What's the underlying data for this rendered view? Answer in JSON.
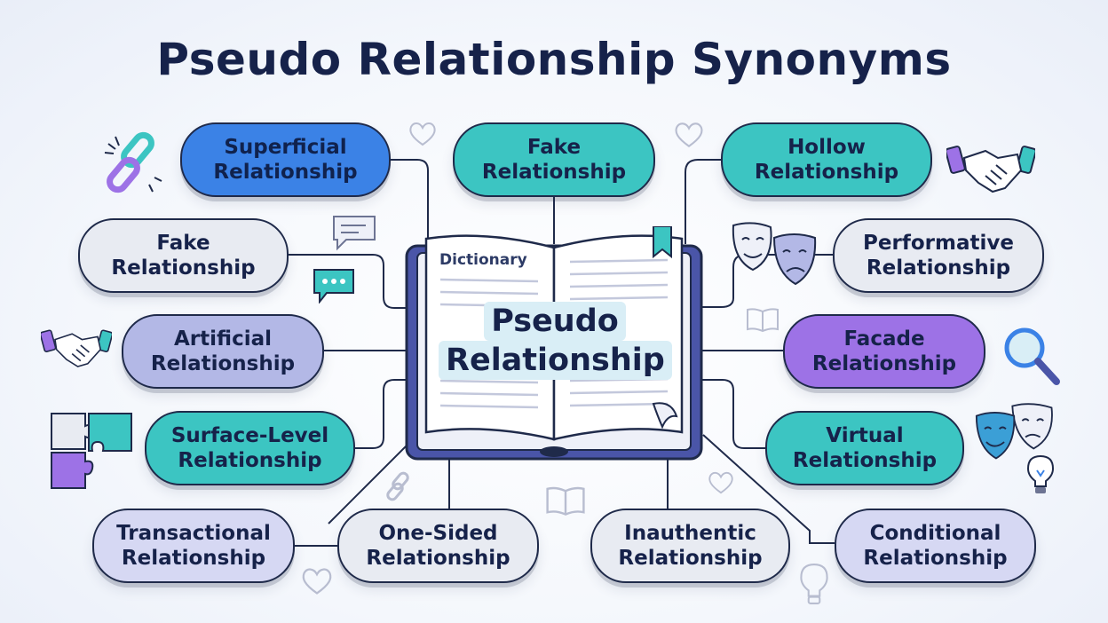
{
  "title": "Pseudo Relationship Synonyms",
  "center": {
    "tag": "Dictionary",
    "line1": "Pseudo",
    "line2": "Relationship"
  },
  "nodes": [
    {
      "id": "superficial",
      "line1": "Superficial",
      "line2": "Relationship"
    },
    {
      "id": "fake-top",
      "line1": "Fake",
      "line2": "Relationship"
    },
    {
      "id": "hollow",
      "line1": "Hollow",
      "line2": "Relationship"
    },
    {
      "id": "fake-left",
      "line1": "Fake",
      "line2": "Relationship"
    },
    {
      "id": "performative",
      "line1": "Performative",
      "line2": "Relationship"
    },
    {
      "id": "artificial",
      "line1": "Artificial",
      "line2": "Relationship"
    },
    {
      "id": "facade",
      "line1": "Facade",
      "line2": "Relationship"
    },
    {
      "id": "surface-level",
      "line1": "Surface-Level",
      "line2": "Relationship"
    },
    {
      "id": "virtual",
      "line1": "Virtual",
      "line2": "Relationship"
    },
    {
      "id": "transactional",
      "line1": "Transactional",
      "line2": "Relationship"
    },
    {
      "id": "one-sided",
      "line1": "One-Sided",
      "line2": "Relationship"
    },
    {
      "id": "inauthentic",
      "line1": "Inauthentic",
      "line2": "Relationship"
    },
    {
      "id": "conditional",
      "line1": "Conditional",
      "line2": "Relationship"
    }
  ],
  "colors": {
    "blue": "#3b82e6",
    "teal": "#3cc5c2",
    "gray": "#e8ebf2",
    "lavender": "#b3b8e6",
    "purple": "#9d72e6",
    "pale": "#d6d8f3",
    "outline": "#1f2a4a",
    "title": "#16224a"
  },
  "icons": [
    "chain-link-icon",
    "heart-icon",
    "handshake-icon",
    "chat-bubble-icon",
    "theater-masks-icon",
    "open-book-icon",
    "magnifier-icon",
    "puzzle-icon",
    "lightbulb-icon"
  ]
}
